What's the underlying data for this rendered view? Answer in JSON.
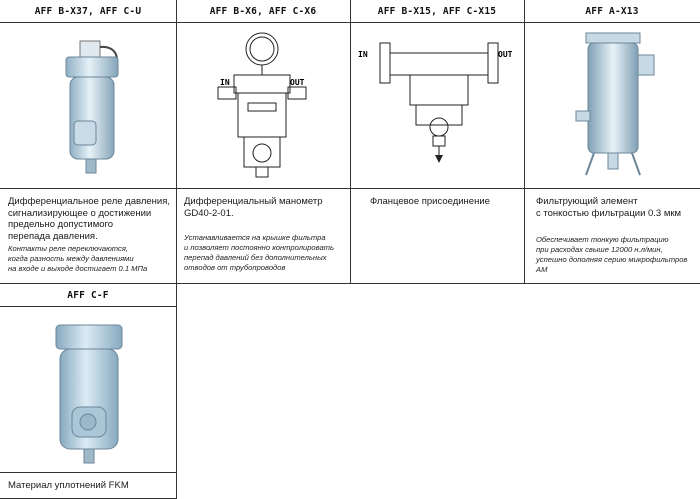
{
  "products": [
    {
      "title": "AFF  B-X37, AFF  C-U",
      "desc_lines": [
        "Дифференциальное реле давления,",
        "сигнализирующее о достижении",
        "предельно допустимого",
        "перепада давления."
      ],
      "note_lines": [
        "Контакты реле переключаются,",
        "когда разность между давлениями",
        "на входе и выходе достигает 0.1 МПа"
      ]
    },
    {
      "title": "AFF  B-X6, AFF  C-X6",
      "desc_lines": [
        "Дифференциальный манометр",
        "GD40-2-01."
      ],
      "note_lines": [
        "Устанавливается на крышке фильтра",
        "и позволяет постоянно контролировать",
        "перепад давлений без дополнительных",
        "отводов от трубопроводов"
      ],
      "in_label": "IN",
      "out_label": "OUT"
    },
    {
      "title": "AFF  B-X15, AFF  C-X15",
      "desc_lines": [
        "Фланцевое присоединение"
      ],
      "note_lines": [],
      "in_label": "IN",
      "out_label": "OUT"
    },
    {
      "title": "AFF  A-X13",
      "desc_lines": [
        "Фильтрующий элемент",
        "с тонкостью фильтрации 0.3 мкм"
      ],
      "note_lines": [
        "Обеспечивает тонкую фильтрацию",
        "при расходах свыше 12000 н.л/мин,",
        "успешно дополняя серию микрофильтров AM"
      ]
    },
    {
      "title": "AFF  C-F",
      "desc_lines": [
        "Материал уплотнений FKM"
      ],
      "note_lines": []
    }
  ],
  "colors": {
    "photo_blue": "#b9d3e2",
    "photo_dark": "#7f9fb4",
    "line": "#333333"
  },
  "icons": [
    "filter-photo",
    "filter-drawing"
  ]
}
